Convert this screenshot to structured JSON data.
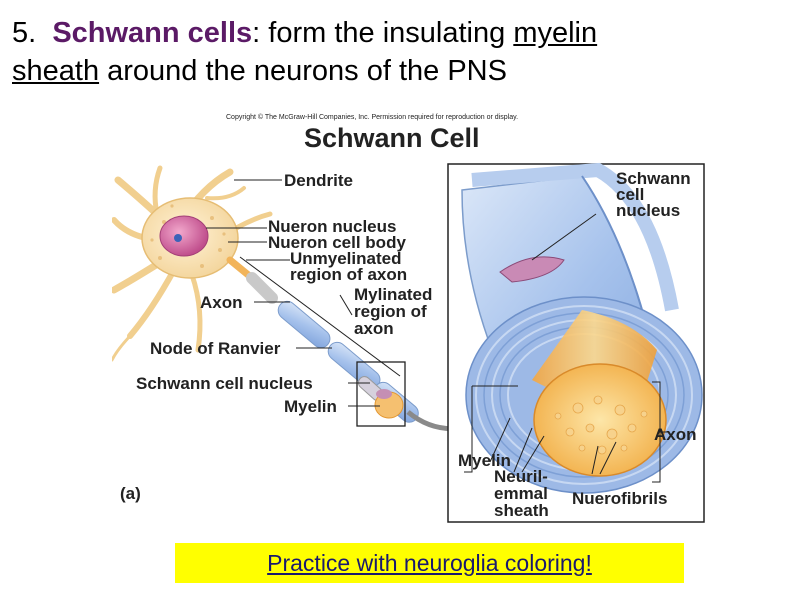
{
  "heading": {
    "number": "5.",
    "term": "Schwann cells",
    "colon": ":",
    "text_before_link": " form the insulating ",
    "underlined_1": "myelin",
    "underlined_2": "sheath",
    "text_after": " around the neurons of the PNS"
  },
  "figure": {
    "copyright": "Copyright © The McGraw-Hill Companies, Inc. Permission required for reproduction or display.",
    "title": "Schwann Cell",
    "panel_label": "(a)",
    "labels_left": {
      "dendrite": "Dendrite",
      "neuron_nucleus": "Nueron nucleus",
      "neuron_cell_body": "Nueron cell body",
      "unmyelinated_1": "Unmyelinated",
      "unmyelinated_2": "region of axon",
      "myelinated_1": "Mylinated",
      "myelinated_2": "region of",
      "myelinated_3": "axon",
      "axon": "Axon",
      "node_of_ranvier": "Node of Ranvier",
      "schwann_cell_nucleus": "Schwann cell nucleus",
      "myelin": "Myelin"
    },
    "labels_right": {
      "schwann_1": "Schwann",
      "schwann_2": "cell",
      "schwann_3": "nucleus",
      "axon": "Axon",
      "myelin": "Myelin",
      "neurilemma_1": "Neuril-",
      "neurilemma_2": "emmal",
      "neurilemma_3": "sheath",
      "neurofibrils": "Nuerofibrils"
    },
    "colors": {
      "neuron_body": "#f7e0b0",
      "nucleus": "#d86fa8",
      "myelin_blue": "#8fb3e6",
      "axon_orange": "#f6b656",
      "arrow_gray": "#8a8a8a"
    }
  },
  "practice_link": "Practice with neuroglia coloring!"
}
